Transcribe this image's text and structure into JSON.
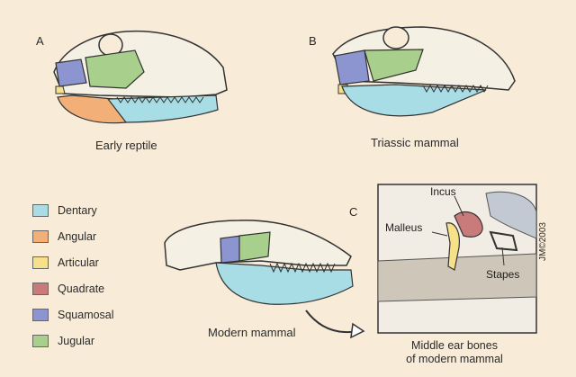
{
  "panels": {
    "a": {
      "letter": "A",
      "caption": "Early reptile"
    },
    "b": {
      "letter": "B",
      "caption": "Triassic mammal"
    },
    "c": {
      "letter": "C",
      "caption": "Modern mammal"
    }
  },
  "legend": [
    {
      "label": "Dentary",
      "color": "#a8dde6"
    },
    {
      "label": "Angular",
      "color": "#f2b078"
    },
    {
      "label": "Articular",
      "color": "#f6e08a"
    },
    {
      "label": "Quadrate",
      "color": "#c97b7b"
    },
    {
      "label": "Squamosal",
      "color": "#8c95cf"
    },
    {
      "label": "Jugular",
      "color": "#a9cf8c"
    }
  ],
  "inset": {
    "labels": {
      "incus": "Incus",
      "malleus": "Malleus",
      "stapes": "Stapes"
    },
    "caption_line1": "Middle ear bones",
    "caption_line2": "of modern mammal",
    "signature": "JM©2003"
  }
}
